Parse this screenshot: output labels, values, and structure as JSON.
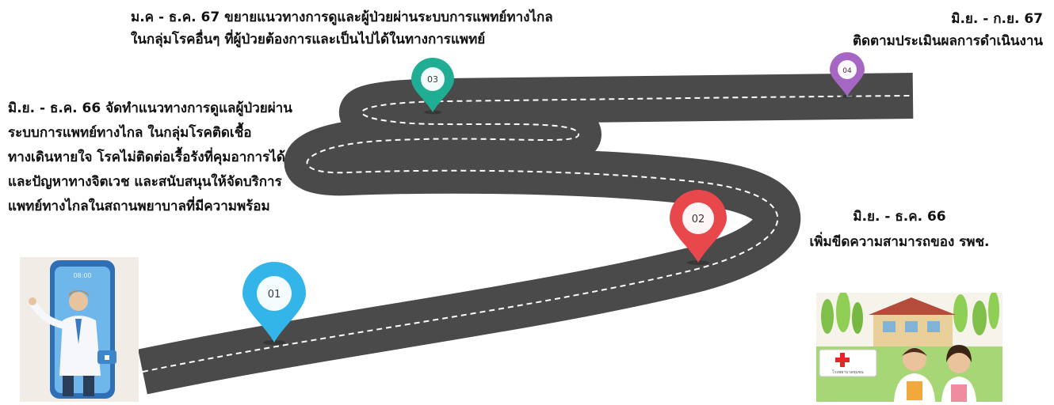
{
  "milestones": [
    {
      "id": "01",
      "label": "01",
      "color": "#33b5ea",
      "lines": [
        "มิ.ย. - ธ.ค. 66 จัดทำแนวทางการดูแลผู้ป่วยผ่าน",
        "ระบบการแพทย์ทางไกล ในกลุ่มโรคติดเชื้อ",
        "ทางเดินหายใจ โรคไม่ติดต่อเรื้อรังที่คุมอาการได้",
        "และปัญหาทางจิตเวช และสนับสนุนให้จัดบริการ",
        "แพทย์ทางไกลในสถานพยาบาลที่มีความพร้อม"
      ]
    },
    {
      "id": "02",
      "label": "02",
      "color": "#e8474c",
      "lines": [
        "มิ.ย. - ธ.ค. 66",
        "เพิ่มขีดความสามารถของ รพช."
      ]
    },
    {
      "id": "03",
      "label": "03",
      "color": "#1fae93",
      "lines": [
        "ม.ค - ธ.ค. 67 ขยายแนวทางการดูและผู้ป่วยผ่านระบบการแพทย์ทางไกล",
        "ในกลุ่มโรคอื่นๆ ที่ผู้ป่วยต้องการและเป็นไปได้ในทางการแพทย์"
      ]
    },
    {
      "id": "04",
      "label": "04",
      "color": "#a667c4",
      "lines": [
        "มิ.ย. - ก.ย. 67",
        "ติดตามประเมินผลการดำเนินงาน"
      ]
    }
  ],
  "colors": {
    "road": "#4a4a4a",
    "road_dash": "#ffffff"
  },
  "illustrations": {
    "phone_time": "08:00",
    "hospital_sign": "โรงพยาบาลชุมชน"
  }
}
